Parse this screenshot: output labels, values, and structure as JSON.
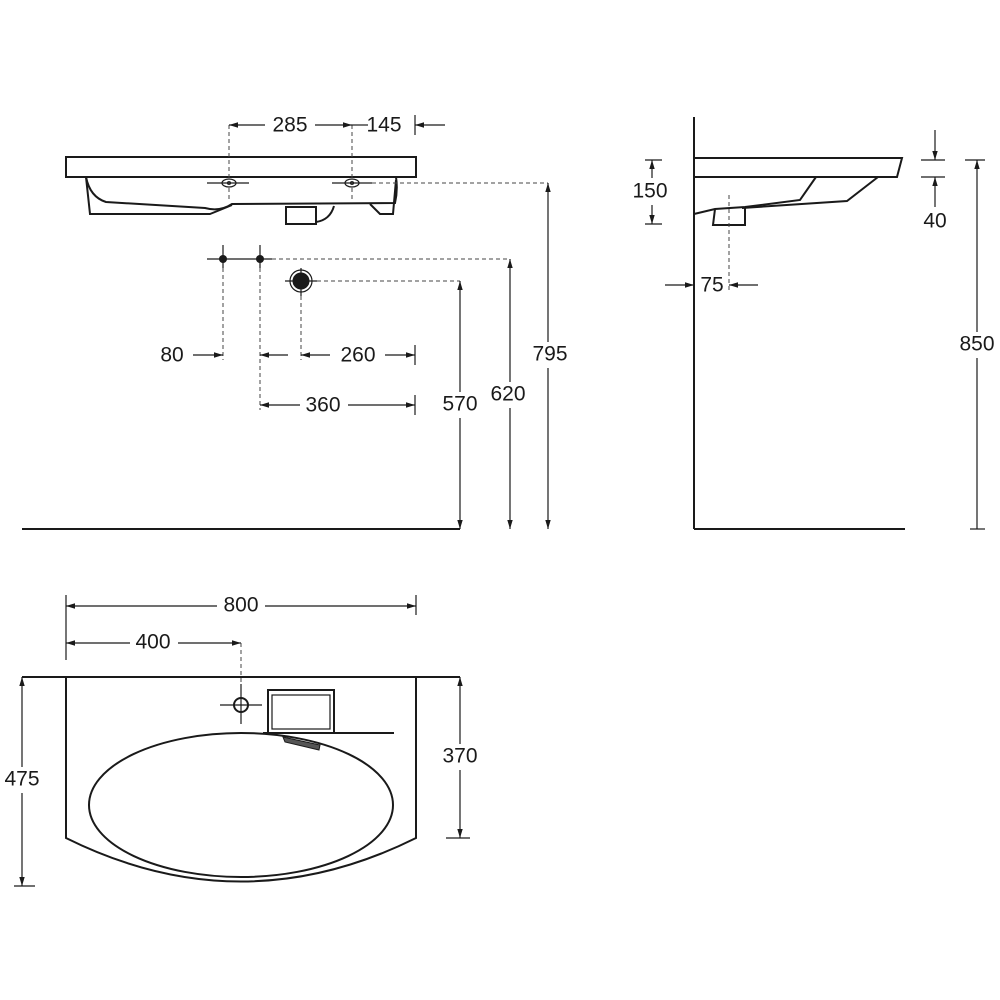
{
  "title": "Washbasin dimension drawing",
  "front_view": {
    "dim_tap_spacing": "285",
    "dim_tap_to_edge": "145",
    "dim_wall_conn_spacing": "80",
    "dim_drain_offset": "260",
    "dim_conn_offset": "360",
    "dim_drain_height": "570",
    "dim_conn_height": "620",
    "dim_tap_height": "795"
  },
  "side_view": {
    "dim_basin_depth": "150",
    "dim_rim_thickness": "40",
    "dim_drain_projection": "75",
    "dim_rim_height": "850"
  },
  "top_view": {
    "dim_width": "800",
    "dim_half_width": "400",
    "dim_depth": "475",
    "dim_side_depth": "370"
  },
  "colors": {
    "line": "#1a1a1a",
    "background": "#ffffff"
  }
}
